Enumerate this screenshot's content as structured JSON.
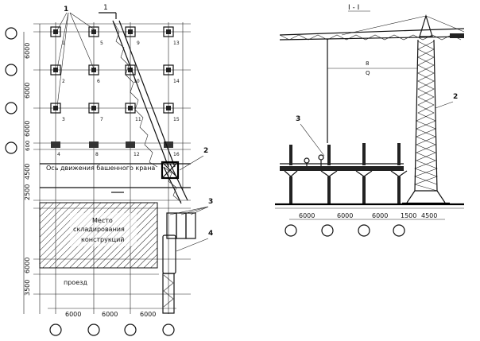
{
  "plan": {
    "callouts": [
      "1",
      "2",
      "3",
      "4"
    ],
    "section_marker": "1",
    "column_numbers": [
      "1",
      "2",
      "3",
      "4",
      "5",
      "6",
      "7",
      "8",
      "9",
      "10",
      "11",
      "12",
      "13",
      "14",
      "15",
      "16"
    ],
    "row_dims": [
      "6000",
      "6000",
      "6000",
      "600"
    ],
    "lower_dims": [
      "4500",
      "2500",
      "6000",
      "3500"
    ],
    "bottom_dims": [
      "6000",
      "6000",
      "6000"
    ],
    "crane_axis_label": "Ось движения башенного крана",
    "assembly_label": [
      "Место",
      "складирования",
      "конструкций"
    ],
    "passage_label": "проезд"
  },
  "section": {
    "title": "I - I",
    "callouts": [
      "3",
      "2"
    ],
    "hook_label_top": "8",
    "hook_label_bottom": "Q",
    "bottom_dims": [
      "6000",
      "6000",
      "6000",
      "1500",
      "4500"
    ]
  }
}
